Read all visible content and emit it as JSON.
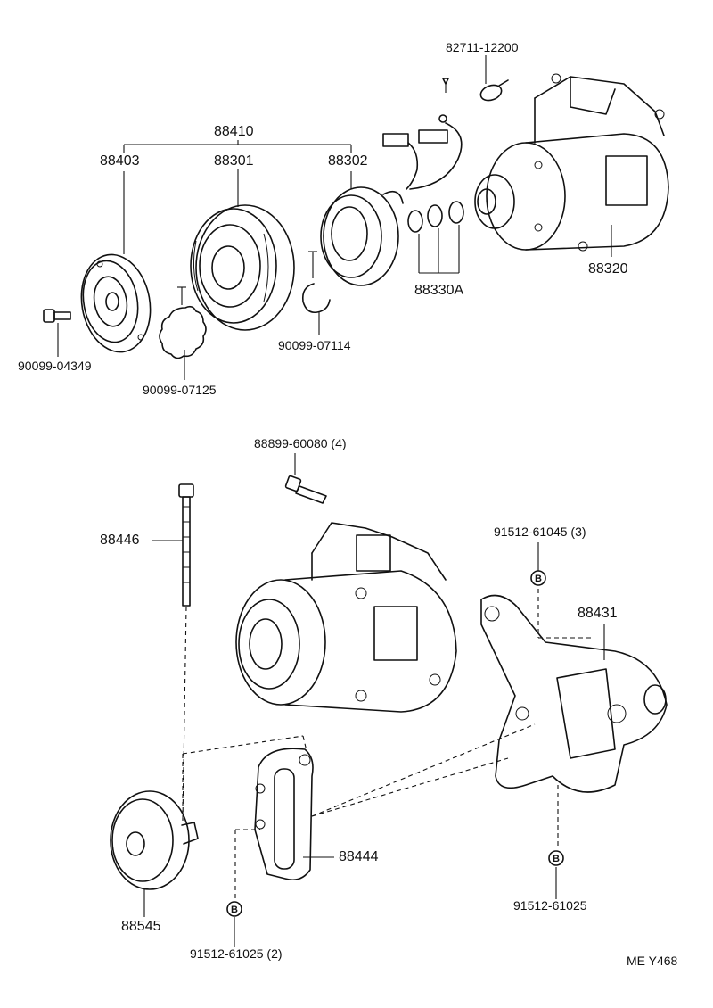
{
  "labels": {
    "p88410": "88410",
    "p88403": "88403",
    "p88301": "88301",
    "p88302": "88302",
    "p82711": "82711-12200",
    "p88320": "88320",
    "p88330a": "88330A",
    "p90099_04349": "90099-04349",
    "p90099_07125": "90099-07125",
    "p90099_07114": "90099-07114",
    "p88899": "88899-60080 (4)",
    "p88446": "88446",
    "p91512_61045": "91512-61045 (3)",
    "p88431": "88431",
    "p88444": "88444",
    "p88545": "88545",
    "p91512_61025_2": "91512-61025 (2)",
    "p91512_61025": "91512-61025",
    "ref": "ME Y468"
  },
  "markers": {
    "b": "B"
  }
}
